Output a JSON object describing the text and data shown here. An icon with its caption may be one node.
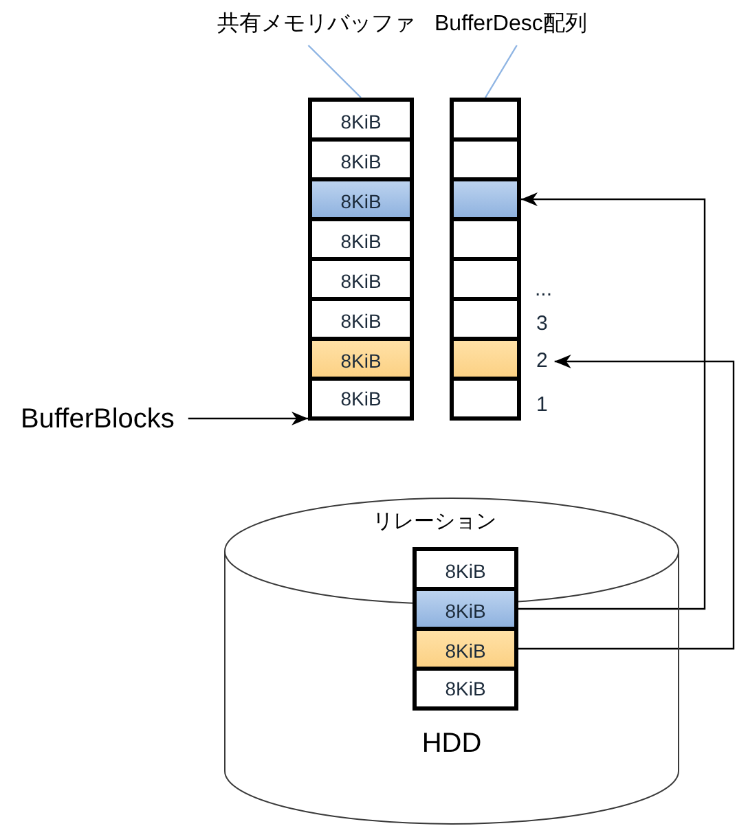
{
  "diagram": {
    "nodes": [
      {
        "text": [
          "共有メモリバッファ"
        ]
      },
      {
        "text": [
          "BufferDesc配列"
        ]
      },
      {
        "text": [
          "8KiB"
        ]
      },
      {
        "text": [
          "8KiB"
        ]
      },
      {
        "text": [
          "8KiB"
        ]
      },
      {
        "text": [
          "8KiB"
        ]
      },
      {
        "text": [
          "8KiB"
        ]
      },
      {
        "text": [
          "8KiB"
        ]
      },
      {
        "text": [
          "8KiB"
        ]
      },
      {
        "text": [
          "8KiB"
        ]
      },
      {
        "text": [],
        "shape": "box"
      },
      {
        "text": [],
        "shape": "box"
      },
      {
        "text": [],
        "shape": "box"
      },
      {
        "text": [],
        "shape": "box"
      },
      {
        "text": [],
        "shape": "box"
      },
      {
        "text": [],
        "shape": "box"
      },
      {
        "text": [],
        "shape": "box"
      },
      {
        "text": [],
        "shape": "box"
      },
      {
        "text": [
          "2"
        ]
      },
      {
        "text": [
          "BufferBlocks"
        ]
      },
      {
        "text": [
          "リレーション",
          "HDD"
        ]
      },
      {
        "text": [
          "8KiB"
        ],
        "in": 20
      },
      {
        "text": [
          "8KiB"
        ],
        "in": 20
      },
      {
        "text": [
          "8KiB"
        ],
        "in": 20
      },
      {
        "text": [
          "8KiB"
        ],
        "in": 20
      }
    ],
    "edges": [
      {
        "from": 0,
        "to": 2,
        "arrow": "none",
        "color": "#8eb4e3"
      },
      {
        "from": 1,
        "to": 10,
        "arrow": "none",
        "color": "#8eb4e3"
      },
      {
        "from": 19,
        "to": 9,
        "arrow": "to"
      },
      {
        "from": 22,
        "to": 12,
        "arrow": "to"
      },
      {
        "from": 23,
        "to": 18,
        "arrow": "to"
      }
    ],
    "labels": [
      "...",
      "3",
      "1"
    ]
  }
}
